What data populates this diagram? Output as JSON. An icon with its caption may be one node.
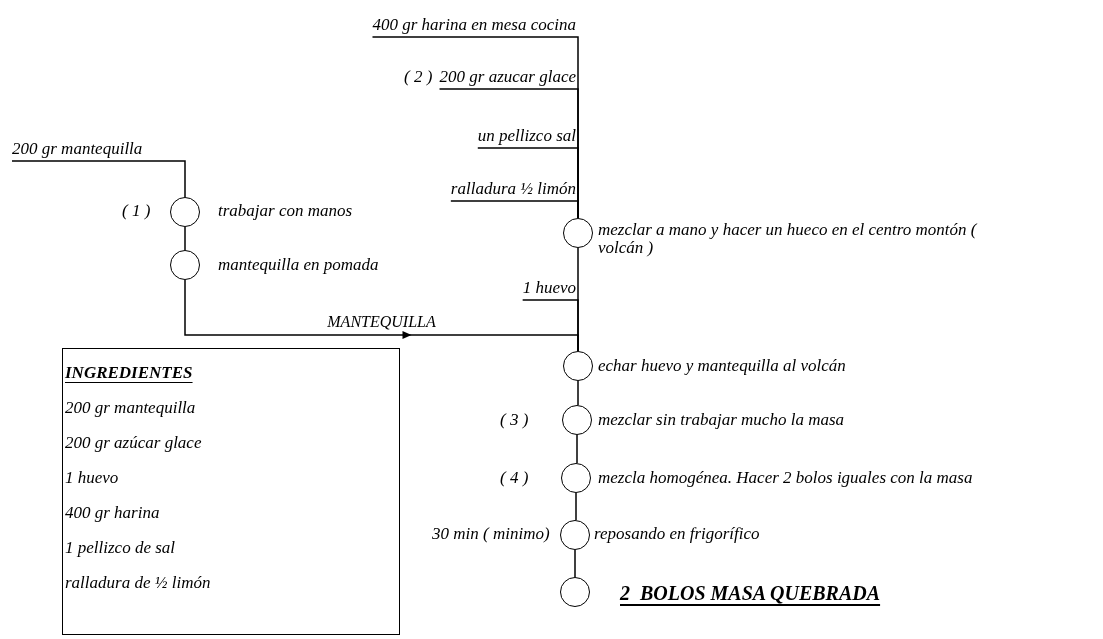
{
  "diagram": {
    "nodes": [
      {
        "text": [
          "200 gr mantequilla"
        ]
      },
      {
        "text": [],
        "shape": "circle",
        "beside": [
          "( 1 )",
          "trabajar con manos"
        ]
      },
      {
        "text": [],
        "shape": "circle",
        "beside": [
          "mantequilla en pomada"
        ]
      },
      {
        "text": [
          "400 gr harina en mesa cocina"
        ]
      },
      {
        "text": [
          "200 gr azucar glace"
        ],
        "beside": [
          "( 2 )"
        ]
      },
      {
        "text": [
          "un pellizco sal"
        ]
      },
      {
        "text": [
          "ralladura ½ limón"
        ]
      },
      {
        "text": [],
        "shape": "circle",
        "beside": [
          "mezclar a mano y hacer un hueco en el centro  montón ( volcán )"
        ]
      },
      {
        "text": [
          "1 huevo"
        ]
      },
      {
        "text": [],
        "shape": "circle",
        "beside": [
          "echar huevo y mantequilla al volcán"
        ]
      },
      {
        "text": [],
        "shape": "circle",
        "beside": [
          "( 3 )",
          "mezclar sin trabajar mucho la masa"
        ]
      },
      {
        "text": [],
        "shape": "circle",
        "beside": [
          "( 4 )",
          "mezcla homogénea. Hacer 2 bolos iguales con la masa"
        ]
      },
      {
        "text": [],
        "shape": "circle",
        "beside": [
          "30 min ( minimo)",
          "reposando en frigorífico"
        ]
      },
      {
        "text": [],
        "shape": "circle",
        "beside": [
          "2  BOLOS MASA QUEBRADA"
        ]
      },
      {
        "text": [
          "INGREDIENTES",
          "200 gr mantequilla",
          "200 gr azúcar glace",
          "1 huevo",
          "400 gr harina",
          "1 pellizco de sal",
          "ralladura de ½ limón"
        ]
      }
    ],
    "edges": [
      {
        "from": 0,
        "to": 1,
        "arrow": "none"
      },
      {
        "from": 1,
        "to": 2,
        "arrow": "none"
      },
      {
        "from": 2,
        "to": 9,
        "arrow": "to",
        "label": "MANTEQUILLA"
      },
      {
        "from": 3,
        "to": 7,
        "arrow": "none"
      },
      {
        "from": 4,
        "to": 7,
        "arrow": "none"
      },
      {
        "from": 5,
        "to": 7,
        "arrow": "none"
      },
      {
        "from": 6,
        "to": 7,
        "arrow": "none"
      },
      {
        "from": 7,
        "to": 9,
        "arrow": "none"
      },
      {
        "from": 8,
        "to": 9,
        "arrow": "none"
      },
      {
        "from": 9,
        "to": 10,
        "arrow": "none"
      },
      {
        "from": 10,
        "to": 11,
        "arrow": "none"
      },
      {
        "from": 11,
        "to": 12,
        "arrow": "none"
      },
      {
        "from": 12,
        "to": 13,
        "arrow": "none"
      }
    ]
  }
}
